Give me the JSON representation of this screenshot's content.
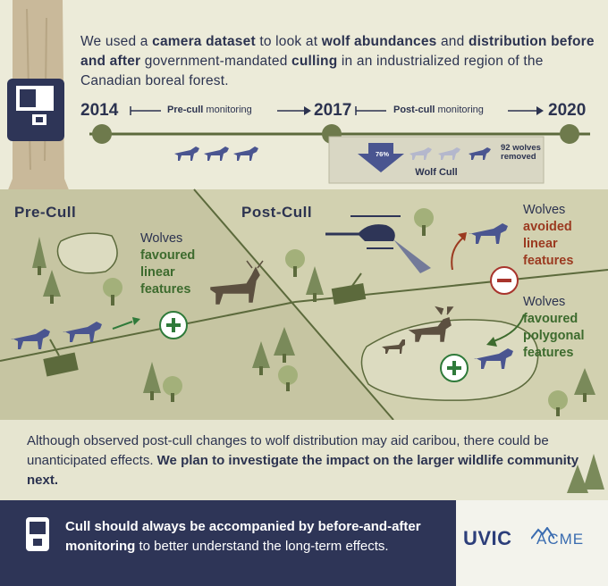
{
  "intro": {
    "p1": "We used a ",
    "b1": "camera dataset",
    "p2": " to look at ",
    "b2": "wolf abundances",
    "p3": " and ",
    "b3": "distribution before and after",
    "p4": " government-mandated ",
    "b4": "culling",
    "p5": " in an industrialized region of the Canadian boreal forest."
  },
  "timeline": {
    "year_start": "2014",
    "year_mid": "2017",
    "year_end": "2020",
    "pre_bold": "Pre-cull",
    "pre_rest": " monitoring",
    "post_bold": "Post-cull",
    "post_rest": " monitoring"
  },
  "cull": {
    "percent": "76%",
    "removed_count": "92 wolves",
    "removed_label": "removed",
    "label": "Wolf Cull",
    "percent_value": 76
  },
  "precull": {
    "title": "Pre-Cull",
    "lead": "Wolves",
    "f1": "favoured",
    "f2": "linear",
    "f3": "features"
  },
  "postcull": {
    "title": "Post-Cull",
    "a_lead": "Wolves",
    "a1": "avoided",
    "a2": "linear",
    "a3": "features",
    "b_lead": "Wolves",
    "b1": "favoured",
    "b2": "polygonal",
    "b3": "features"
  },
  "note": {
    "p1": "Although observed post-cull changes to wolf distribution may aid caribou, there could be unanticipated effects. ",
    "b1": "We plan to investigate the impact on the larger wildlife community next."
  },
  "footer": {
    "b1": "Cull should always be accompanied by before-and-after monitoring",
    "p1": " to better understand the long-term effects."
  },
  "logos": {
    "uvic": "UVIC",
    "acme": "ACME"
  },
  "colors": {
    "navy": "#2e3557",
    "green_text": "#3d6b2e",
    "red_text": "#9b3a20",
    "wolf": "#4a5590",
    "plus_green": "#2f7a3a",
    "minus_red": "#a8342c"
  }
}
